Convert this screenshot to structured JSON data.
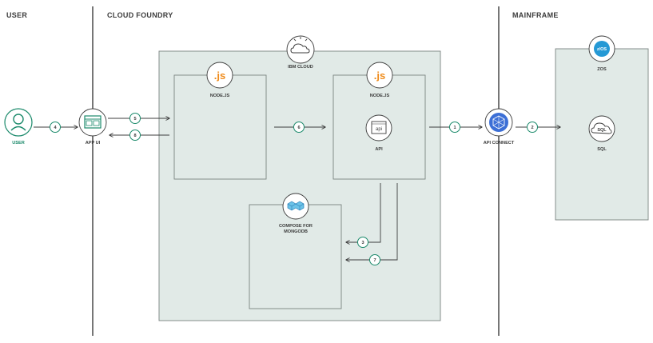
{
  "lanes": {
    "user": "USER",
    "cloud_foundry": "CLOUD FOUNDRY",
    "mainframe": "MAINFRAME"
  },
  "nodes": {
    "user": "USER",
    "app_ui": "APP UI",
    "ibm_cloud": "IBM CLOUD",
    "nodejs_left": "NODE.JS",
    "nodejs_right": "NODE.JS",
    "js_badge": ".js",
    "api": "API",
    "api_icon_text": "api",
    "compose_line1": "COMPOSE FOR",
    "compose_line2": "MONGODB",
    "api_connect": "API CONNECT",
    "zos": "ZOS",
    "zos_badge": "z/OS",
    "sql": "SQL",
    "sql_icon_text": "SQL"
  },
  "steps": {
    "s1": "1",
    "s2": "2",
    "s3": "3",
    "s4": "4",
    "s5": "5",
    "s6": "6",
    "s7": "7",
    "s8": "8"
  },
  "colors": {
    "panel_fill": "#e1eae7",
    "panel_stroke": "#7a8380",
    "teal": "#1b8a6b",
    "js_orange": "#ef8b1a",
    "zos_blue": "#2599d5",
    "apiconnect_blue": "#3c6fd6"
  }
}
